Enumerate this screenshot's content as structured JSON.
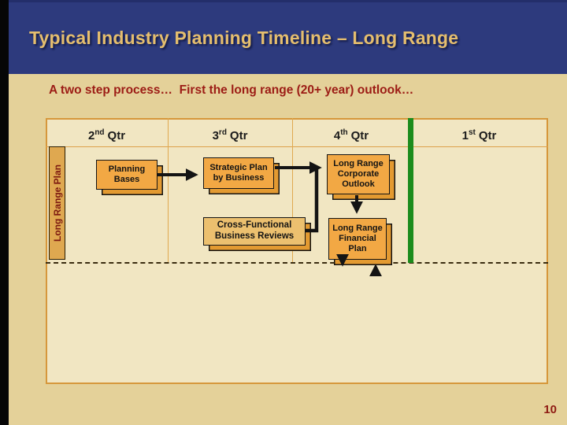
{
  "header": {
    "title": "Typical Industry Planning Timeline – Long Range"
  },
  "subtitle": "A two step process…  First the long range (20+ year) outlook…",
  "page_number": "10",
  "timeline": {
    "row_label": "Long Range Plan",
    "quarters": [
      {
        "num": "2",
        "ord": "nd",
        "word": "Qtr"
      },
      {
        "num": "3",
        "ord": "rd",
        "word": "Qtr"
      },
      {
        "num": "4",
        "ord": "th",
        "word": "Qtr"
      },
      {
        "num": "1",
        "ord": "st",
        "word": "Qtr"
      }
    ],
    "boxes": [
      {
        "id": "planning-bases",
        "label": "Planning\nBases"
      },
      {
        "id": "strategic-plan-by-business",
        "label": "Strategic Plan\nby Business"
      },
      {
        "id": "cross-functional-business-reviews",
        "label": "Cross-Functional\nBusiness Reviews"
      },
      {
        "id": "long-range-corporate-outlook",
        "label": "Long Range\nCorporate\nOutlook"
      },
      {
        "id": "long-range-financial-plan",
        "label": "Long Range\nFinancial\nPlan"
      }
    ]
  },
  "colors": {
    "header_bg": "#2d3a7d",
    "title_text": "#e5be6e",
    "page_bg": "#e4d199",
    "table_bg": "#f1e6c2",
    "table_border": "#d6973b",
    "accent_red": "#9c1c15",
    "box_orange": "#f2a844",
    "box_tan": "#ecc06f",
    "milestone_green": "#1c8c1c",
    "connector_black": "#141414"
  }
}
